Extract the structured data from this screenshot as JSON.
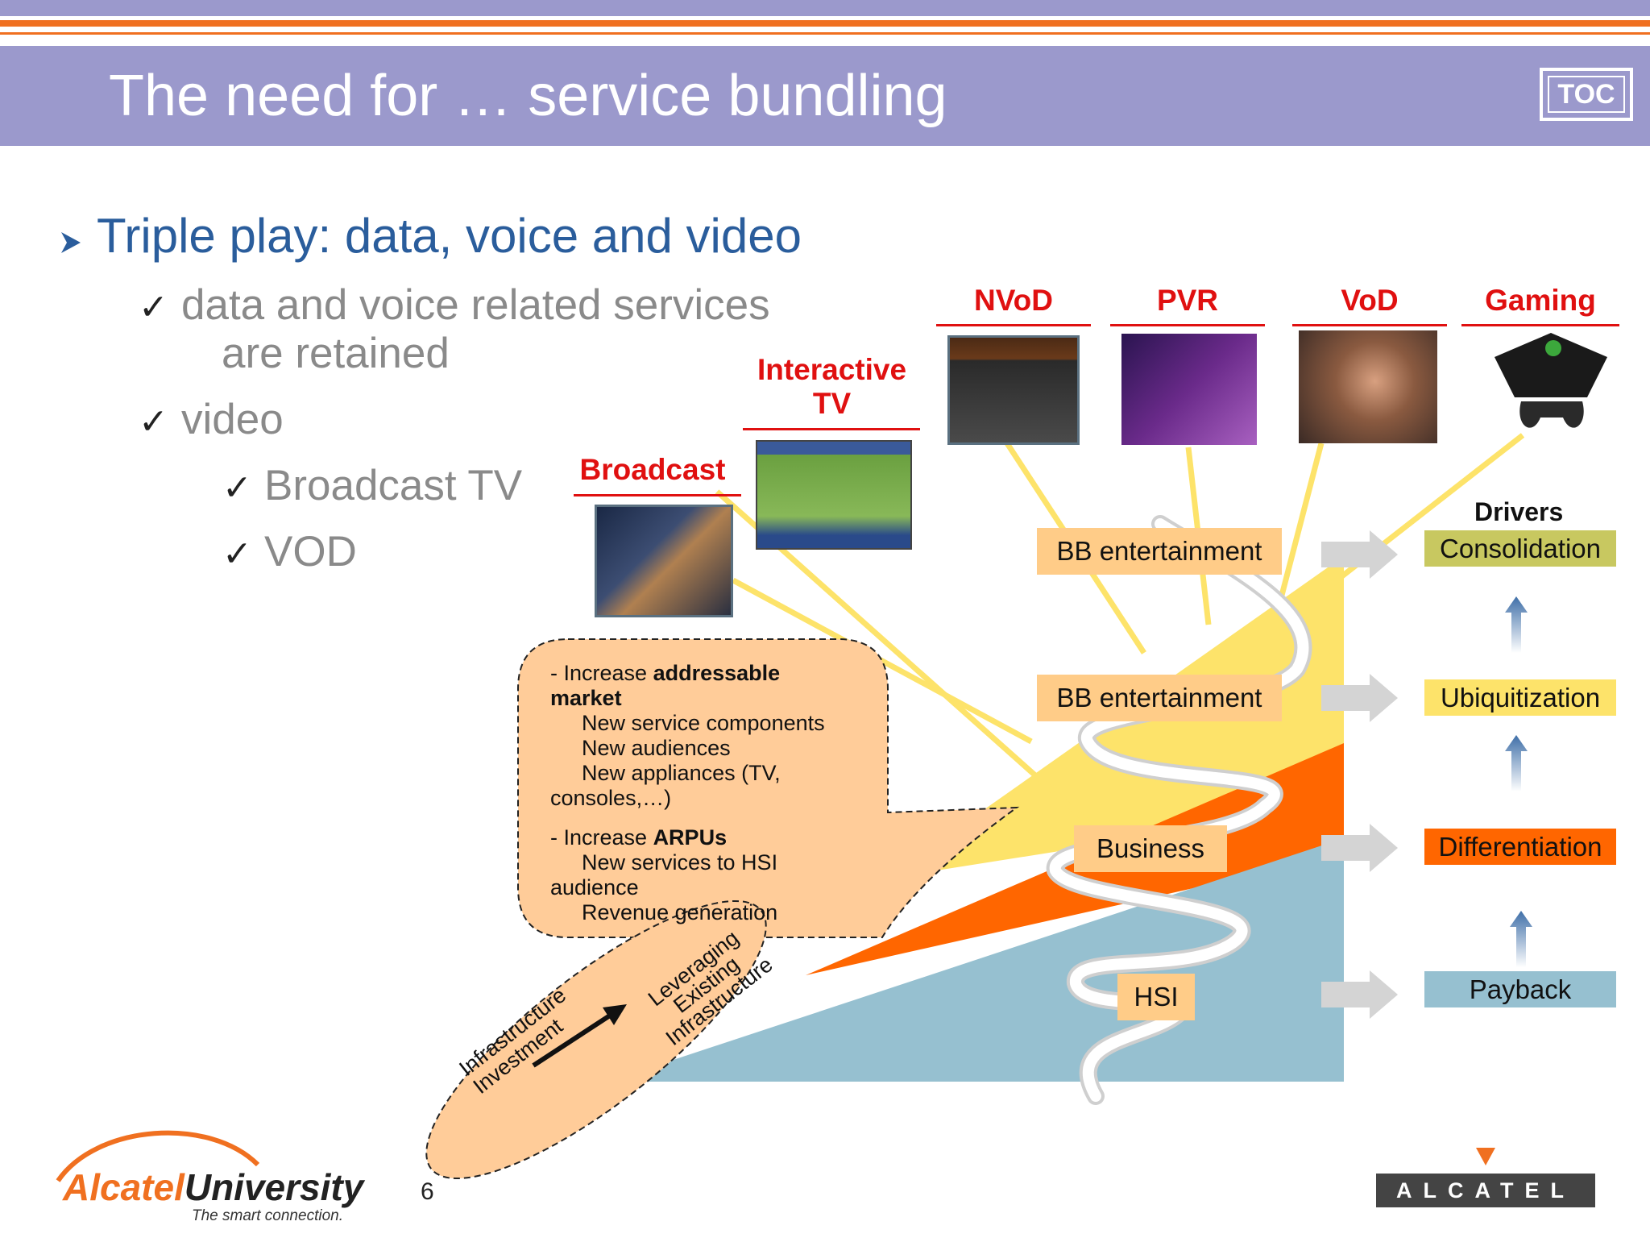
{
  "slide": {
    "title": "The need for … service bundling",
    "toc_label": "TOC",
    "page_number": "6"
  },
  "bullets": {
    "main": "Triple play: data, voice and video",
    "sub1_line1": "data and voice related services",
    "sub1_line2": "are retained",
    "sub2": "video",
    "sub2a": "Broadcast TV",
    "sub2b": "VOD"
  },
  "services": {
    "broadcast": "Broadcast",
    "interactive_line1": "Interactive",
    "interactive_line2": "TV",
    "nvod": "NVoD",
    "pvr": "PVR",
    "vod": "VoD",
    "gaming": "Gaming"
  },
  "layers": {
    "bb_entertainment_top": "BB entertainment",
    "bb_entertainment_mid": "BB entertainment",
    "business": "Business",
    "hsi": "HSI"
  },
  "drivers": {
    "heading": "Drivers",
    "consolidation": "Consolidation",
    "ubiquitization": "Ubiquitization",
    "differentiation": "Differentiation",
    "payback": "Payback"
  },
  "bubble": {
    "item1_prefix": "- Increase ",
    "item1_bold_a": "addressable",
    "item1_bold_b": "market",
    "item1_sub1": "New service components",
    "item1_sub2": "New audiences",
    "item1_sub3a": "New appliances (TV,",
    "item1_sub3b": "consoles,…)",
    "item2_prefix": "- Increase ",
    "item2_bold": "ARPUs",
    "item2_sub1": "New services to HSI",
    "item2_sub1b": "audience",
    "item2_sub2": "Revenue generation"
  },
  "infrastructure": {
    "left_line1": "Infrastructure",
    "left_line2": "Investment",
    "right_line1": "Leveraging",
    "right_line2": "Existing",
    "right_line3": "Infrastructure"
  },
  "logos": {
    "left_a": "Alcatel",
    "left_b": "University",
    "left_tagline": "The smart connection.",
    "right": "ALCATEL"
  },
  "colors": {
    "header": "#9b99cc",
    "accent_orange": "#f07020",
    "label_red": "#e01010",
    "yellow": "#fde36a",
    "orange": "#ff6600",
    "blue": "#96c0d0",
    "peach": "#ffcc99",
    "olive": "#c8c860"
  }
}
